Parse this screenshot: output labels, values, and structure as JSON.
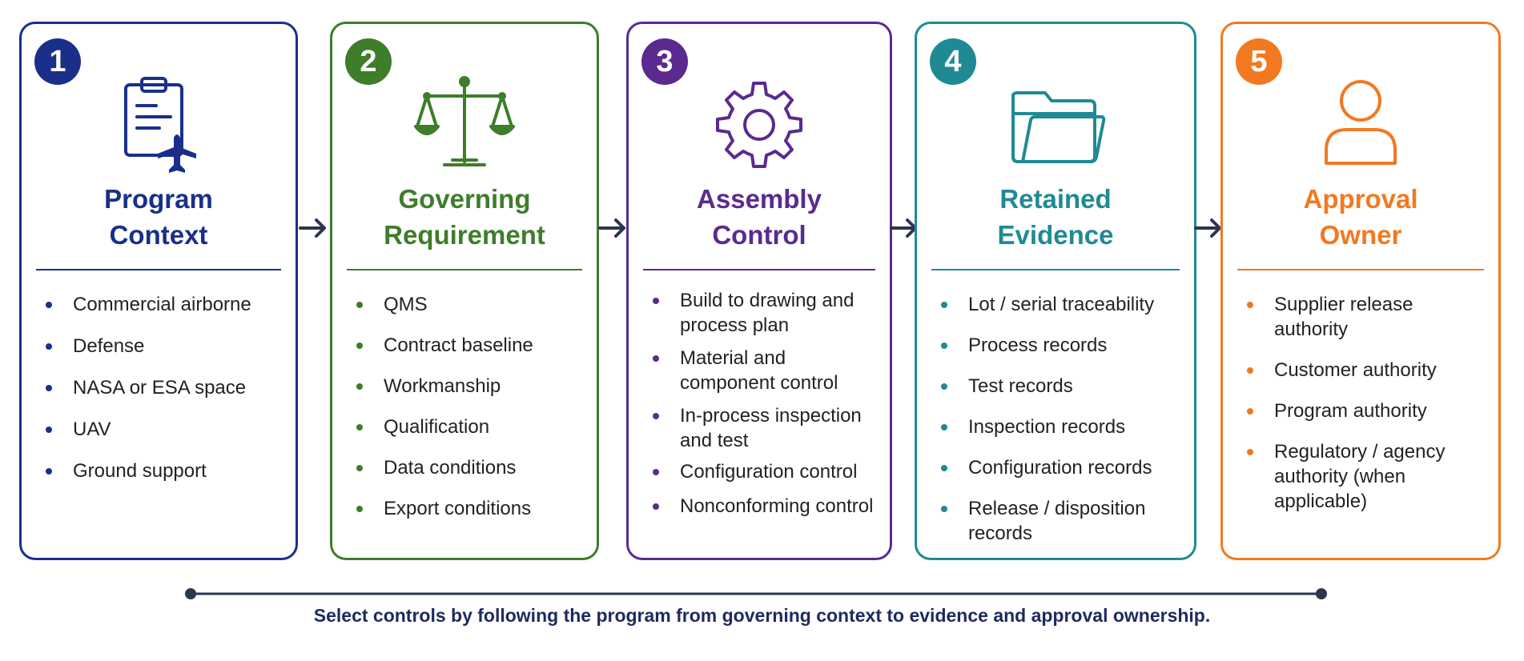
{
  "steps": [
    {
      "number": "1",
      "title_line1": "Program",
      "title_line2": "Context",
      "icon": "clipboard-airplane-icon",
      "color": "#1a2f8a",
      "items": [
        "Commercial airborne",
        "Defense",
        "NASA or ESA space",
        "UAV",
        "Ground support"
      ]
    },
    {
      "number": "2",
      "title_line1": "Governing",
      "title_line2": "Requirement",
      "icon": "balance-scale-icon",
      "color": "#3e7d2a",
      "items": [
        "QMS",
        "Contract baseline",
        "Workmanship",
        "Qualification",
        "Data conditions",
        "Export conditions"
      ]
    },
    {
      "number": "3",
      "title_line1": "Assembly",
      "title_line2": "Control",
      "icon": "gear-icon",
      "color": "#5b2a8f",
      "items": [
        "Build to drawing and process plan",
        "Material and component control",
        "In-process inspection and test",
        "Configuration control",
        "Nonconforming control"
      ]
    },
    {
      "number": "4",
      "title_line1": "Retained",
      "title_line2": "Evidence",
      "icon": "folder-icon",
      "color": "#1f8a94",
      "items": [
        "Lot / serial traceability",
        "Process records",
        "Test records",
        "Inspection records",
        "Configuration records",
        "Release / disposition records"
      ]
    },
    {
      "number": "5",
      "title_line1": "Approval",
      "title_line2": "Owner",
      "icon": "user-icon",
      "color": "#f27920",
      "items": [
        "Supplier release authority",
        "Customer authority",
        "Program authority",
        "Regulatory / agency authority (when applicable)"
      ]
    }
  ],
  "arrow_color": "#2b3650",
  "caption": "Select controls by following the program from governing context to evidence and approval ownership."
}
